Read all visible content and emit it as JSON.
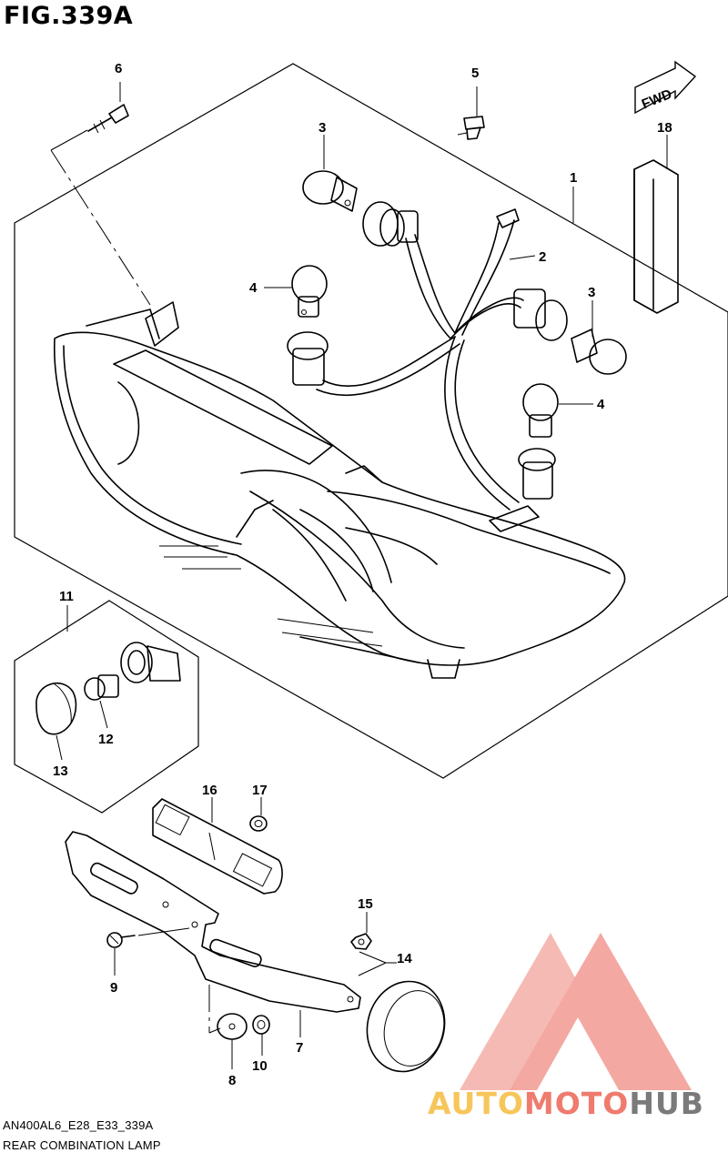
{
  "figure": {
    "title": "FIG.339A",
    "model_code": "AN400AL6_E28_E33_339A",
    "description": "REAR COMBINATION LAMP",
    "fwd_label": "FWD"
  },
  "callouts": [
    {
      "id": "1",
      "part": "rear-combination-lamp-assembly"
    },
    {
      "id": "2",
      "part": "wiring-harness"
    },
    {
      "id": "3",
      "part": "bulb-upper"
    },
    {
      "id": "3",
      "part": "bulb-right"
    },
    {
      "id": "4",
      "part": "bulb-left"
    },
    {
      "id": "4",
      "part": "bulb-lower"
    },
    {
      "id": "5",
      "part": "clip"
    },
    {
      "id": "6",
      "part": "screw"
    },
    {
      "id": "7",
      "part": "bracket"
    },
    {
      "id": "8",
      "part": "washer"
    },
    {
      "id": "9",
      "part": "bolt"
    },
    {
      "id": "10",
      "part": "nut"
    },
    {
      "id": "11",
      "part": "license-lamp-assembly"
    },
    {
      "id": "12",
      "part": "license-bulb"
    },
    {
      "id": "13",
      "part": "license-lens"
    },
    {
      "id": "14",
      "part": "round-reflector"
    },
    {
      "id": "15",
      "part": "reflector-nut"
    },
    {
      "id": "16",
      "part": "rear-reflector"
    },
    {
      "id": "17",
      "part": "reflector-grommet"
    },
    {
      "id": "18",
      "part": "cushion-pad"
    }
  ],
  "watermark": {
    "part1": "AUTO",
    "part2": "MOTO",
    "part3": "HUB",
    "colors": {
      "auto": "#f7c65a",
      "moto": "#ef7b6e",
      "hub": "#7a7a7a",
      "logo": "#f08c84"
    }
  }
}
